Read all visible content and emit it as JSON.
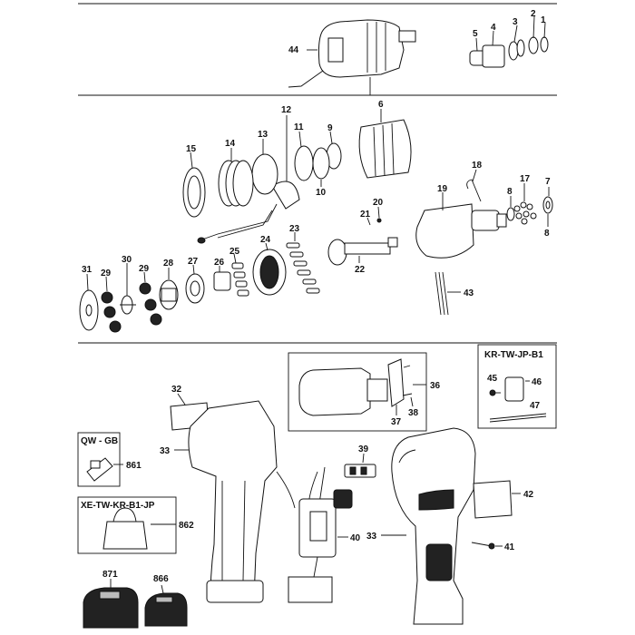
{
  "labels": {
    "p1": "1",
    "p2": "2",
    "p3": "3",
    "p4": "4",
    "p5": "5",
    "p6": "6",
    "p7": "7",
    "p8": "8",
    "p8b": "8",
    "p9": "9",
    "p10": "10",
    "p11": "11",
    "p12": "12",
    "p13": "13",
    "p14": "14",
    "p15": "15",
    "p17": "17",
    "p18": "18",
    "p19": "19",
    "p20": "20",
    "p21": "21",
    "p22": "22",
    "p23": "23",
    "p24": "24",
    "p25": "25",
    "p26": "26",
    "p27": "27",
    "p28": "28",
    "p29a": "29",
    "p29b": "29",
    "p30": "30",
    "p31": "31",
    "p32": "32",
    "p33a": "33",
    "p33b": "33",
    "p36": "36",
    "p37": "37",
    "p38": "38",
    "p39": "39",
    "p40": "40",
    "p41": "41",
    "p42": "42",
    "p43": "43",
    "p44": "44",
    "p45": "45",
    "p46": "46",
    "p47": "47",
    "p861": "861",
    "p862": "862",
    "p866": "866",
    "p871": "871"
  },
  "regions": {
    "kr_tw_jp_b1": "KR-TW-JP-B1",
    "qw_gb": "QW - GB",
    "xe_tw_kr_b1_jp": "XE-TW-KR-B1-JP"
  }
}
